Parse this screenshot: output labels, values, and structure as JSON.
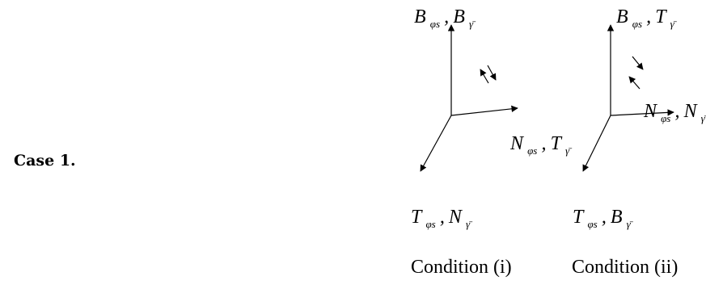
{
  "case_title": "Case 1.",
  "diagrams": [
    {
      "caption": "Condition (i)",
      "top_label": {
        "a": "B",
        "a_sub": "φs",
        "sep": ",",
        "b": "B",
        "b_sub": "γ̄"
      },
      "right_label": {
        "a": "N",
        "a_sub": "φs",
        "sep": ",",
        "b": "T",
        "b_sub": "γ̄"
      },
      "front_label": {
        "a": "T",
        "a_sub": "φs",
        "sep": ",",
        "b": "N",
        "b_sub": "γ̄"
      }
    },
    {
      "caption": "Condition (ii)",
      "top_label": {
        "a": "B",
        "a_sub": "φs",
        "sep": ",",
        "b": "T",
        "b_sub": "γ̄"
      },
      "right_label": {
        "a": "N",
        "a_sub": "φs",
        "sep": ",",
        "b": "N",
        "b_sub": "γ̄"
      },
      "front_label": {
        "a": "T",
        "a_sub": "φs",
        "sep": ",",
        "b": "B",
        "b_sub": "γ̄"
      }
    }
  ]
}
